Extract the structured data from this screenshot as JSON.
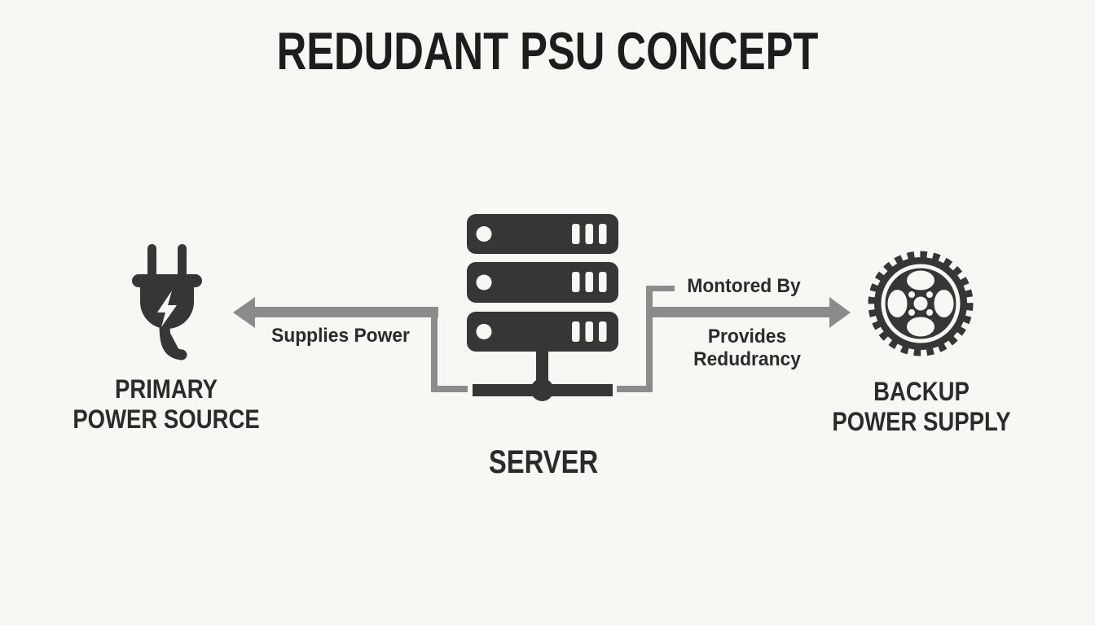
{
  "title": "REDUDANT PSU CONCEPT",
  "colors": {
    "bg": "#f7f7f4",
    "icon_dark": "#363636",
    "connector_gray": "#8b8b8b",
    "text_dark": "#2b2b2b",
    "title_color": "#1d1d1d"
  },
  "nodes": {
    "primary_power_source": {
      "line1": "PRIMARY",
      "line2": "POWER SOURCE",
      "icon": "power-plug-icon"
    },
    "server": {
      "label": "SERVER",
      "icon": "server-stack-icon"
    },
    "backup_power_supply": {
      "line1": "BACKUP",
      "line2": "POWER SUPPLY",
      "icon": "tire-wheel-icon"
    }
  },
  "connections": {
    "supplies_power": {
      "label": "Supplies Power",
      "arrow_direction": "left"
    },
    "monitored_by": {
      "label": "Montored By",
      "arrow_direction": "right"
    },
    "provides_redundancy": {
      "line1": "Provides",
      "line2": "Redudrancy",
      "arrow_direction": "right"
    }
  }
}
